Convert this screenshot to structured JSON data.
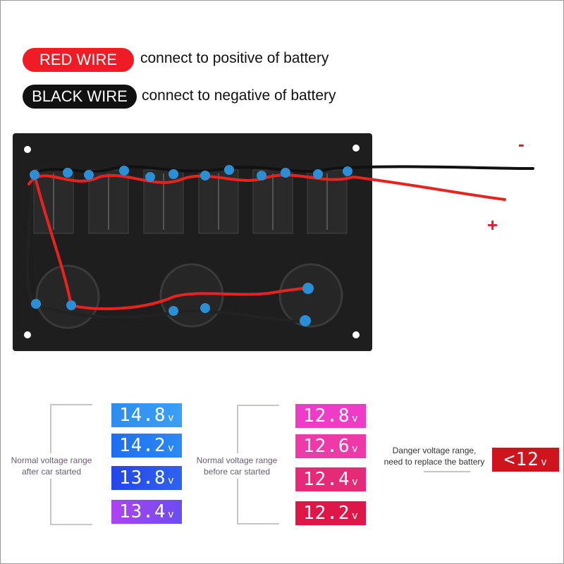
{
  "legend": [
    {
      "badge": "RED WIRE",
      "text": "connect to positive of battery",
      "color": "#ee1c25"
    },
    {
      "badge": "BLACK WIRE",
      "text": "connect to negative of battery",
      "color": "#111111"
    }
  ],
  "terminals": {
    "negative": "-",
    "positive": "+"
  },
  "panel": {
    "switch_count": 6,
    "socket_count": 3
  },
  "voltage": {
    "after_started": {
      "label_line1": "Normal voltage range",
      "label_line2": "after car started",
      "values": [
        {
          "v": "14.8",
          "unit": "v",
          "color": "#2f8cf0"
        },
        {
          "v": "14.2",
          "unit": "v",
          "color": "#1f6ef0"
        },
        {
          "v": "13.8",
          "unit": "v",
          "color": "#2348e8"
        },
        {
          "v": "13.4",
          "unit": "v",
          "color": "#b042f0"
        }
      ]
    },
    "before_started": {
      "label_line1": "Normal voltage range",
      "label_line2": "before car started",
      "values": [
        {
          "v": "12.8",
          "unit": "v",
          "color": "#ee3cc8"
        },
        {
          "v": "12.6",
          "unit": "v",
          "color": "#ee3aa8"
        },
        {
          "v": "12.4",
          "unit": "v",
          "color": "#e52a78"
        },
        {
          "v": "12.2",
          "unit": "v",
          "color": "#dd1848"
        }
      ]
    },
    "danger": {
      "label_line1": "Danger voltage range,",
      "label_line2": "need to replace the battery",
      "value": "<12",
      "unit": "v",
      "color": "#d0141e"
    }
  }
}
